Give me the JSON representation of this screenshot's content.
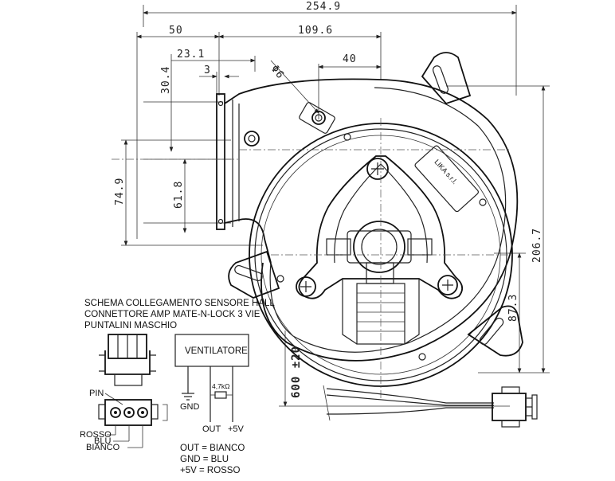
{
  "dimensions": {
    "overall_width": "254.9",
    "d50": "50",
    "d109_6": "109.6",
    "d23_1": "23.1",
    "d40": "40",
    "d3": "3",
    "d30_4": "30.4",
    "phi6": "Φ6",
    "d74_9": "74.9",
    "d61_8": "61.8",
    "d206_7": "206.7",
    "d87_3": "87.3",
    "cable": "600 ±20"
  },
  "label_plate": "LIKA s.r.l.",
  "schema": {
    "title_line1": "SCHEMA COLLEGAMENTO SENSORE HALL",
    "title_line2": "CONNETTORE AMP MATE-N-LOCK 3 VIE",
    "title_line3": "PUNTALINI MASCHIO",
    "pin_label": "PIN",
    "rosso": "ROSSO",
    "blu": "BLU",
    "bianco": "BIANCO",
    "ventilatore": "VENTILATORE",
    "resistor": "4,7kΩ",
    "gnd": "GND",
    "out": "OUT",
    "plus5v": "+5V"
  },
  "legend": [
    "OUT = BIANCO",
    "GND = BLU",
    "+5V = ROSSO"
  ]
}
